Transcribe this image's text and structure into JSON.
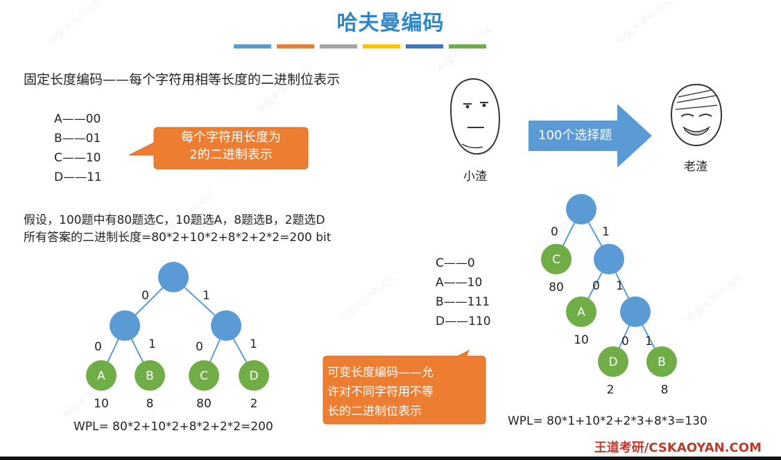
{
  "title": "哈夫曼编码",
  "stripe_colors": [
    "#5b9bd5",
    "#ed7d31",
    "#a5a5a5",
    "#ffc000",
    "#4472c4",
    "#70ad47"
  ],
  "fixed_heading": "固定长度编码——每个字符用相等长度的二进制位表示",
  "fixed_codes": [
    "A——00",
    "B——01",
    "C——10",
    "D——11"
  ],
  "callout_fixed": {
    "line1": "每个字符用长度为",
    "line2": "2的二进制表示"
  },
  "assumption_line1": "假设，100题中有80题选C，10题选A，8题选B，2题选D",
  "assumption_line2": "所有答案的二进制长度=80*2+10*2+8*2+2*2=200 bit",
  "arrow_label": "100个选择题",
  "face_left_label": "小渣",
  "face_right_label": "老渣",
  "var_codes": [
    "C——0",
    "A——10",
    "B——111",
    "D——110"
  ],
  "callout_var": {
    "line1": "可变长度编码——允",
    "line2": "许对不同字符用不等",
    "line3": "长的二进制位表示"
  },
  "tree_left": {
    "leaves": [
      "A",
      "B",
      "C",
      "D"
    ],
    "weights": [
      "10",
      "8",
      "80",
      "2"
    ],
    "edges": [
      "0",
      "1",
      "0",
      "1",
      "0",
      "1"
    ],
    "wpl": "WPL= 80*2+10*2+8*2+2*2=200"
  },
  "tree_right": {
    "leaves": [
      "C",
      "A",
      "D",
      "B"
    ],
    "weights": [
      "80",
      "10",
      "2",
      "8"
    ],
    "edges": [
      "0",
      "1",
      "0",
      "1",
      "0",
      "1"
    ],
    "wpl": "WPL= 80*1+10*2+2*3+8*3=130"
  },
  "brand": "王道考研/CSKAOYAN.COM",
  "watermark": "中国大学MOOC",
  "colors": {
    "title": "#2e86c8",
    "node": "#5b9bd5",
    "leaf": "#70ad47",
    "callout": "#ed7d31",
    "arrow": "#5b9bd5"
  }
}
